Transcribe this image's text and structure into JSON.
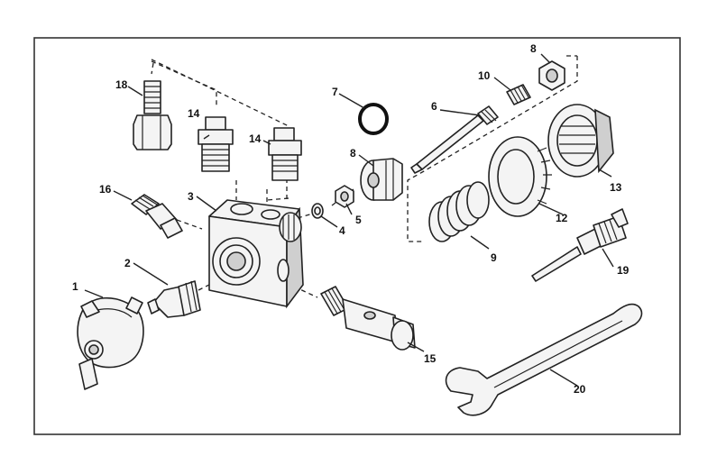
{
  "callouts": [
    {
      "key": "c1",
      "label": "1"
    },
    {
      "key": "c2",
      "label": "2"
    },
    {
      "key": "c3",
      "label": "3"
    },
    {
      "key": "c4",
      "label": "4"
    },
    {
      "key": "c5",
      "label": "5"
    },
    {
      "key": "c6",
      "label": "6"
    },
    {
      "key": "c7",
      "label": "7"
    },
    {
      "key": "c8a",
      "label": "8"
    },
    {
      "key": "c8b",
      "label": "8"
    },
    {
      "key": "c9",
      "label": "9"
    },
    {
      "key": "c10",
      "label": "10"
    },
    {
      "key": "c12",
      "label": "12"
    },
    {
      "key": "c13",
      "label": "13"
    },
    {
      "key": "c14a",
      "label": "14"
    },
    {
      "key": "c14b",
      "label": "14"
    },
    {
      "key": "c15",
      "label": "15"
    },
    {
      "key": "c16",
      "label": "16"
    },
    {
      "key": "c18",
      "label": "18"
    },
    {
      "key": "c19",
      "label": "19"
    },
    {
      "key": "c20",
      "label": "20"
    }
  ]
}
